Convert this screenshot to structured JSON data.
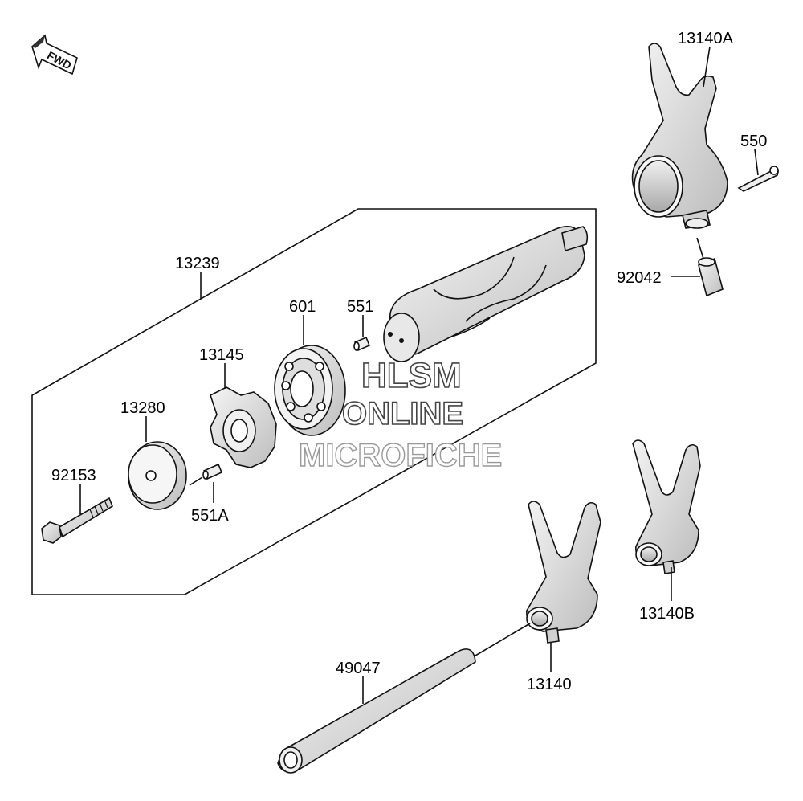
{
  "labels": {
    "p13140A": "13140A",
    "p550": "550",
    "p92042": "92042",
    "p13239": "13239",
    "p601": "601",
    "p551": "551",
    "p13145": "13145",
    "p13280": "13280",
    "p92153": "92153",
    "p551A": "551A",
    "p13140B": "13140B",
    "p49047": "49047",
    "p13140": "13140"
  },
  "fwd": "FWD",
  "watermark": {
    "line1": "HLSM",
    "line2": "ONLINE",
    "line3": "MICROFICHE"
  },
  "colors": {
    "line": "#111111",
    "part_fill": "#dcdcdc",
    "part_shade": "#b8b8b8",
    "background": "#ffffff"
  }
}
